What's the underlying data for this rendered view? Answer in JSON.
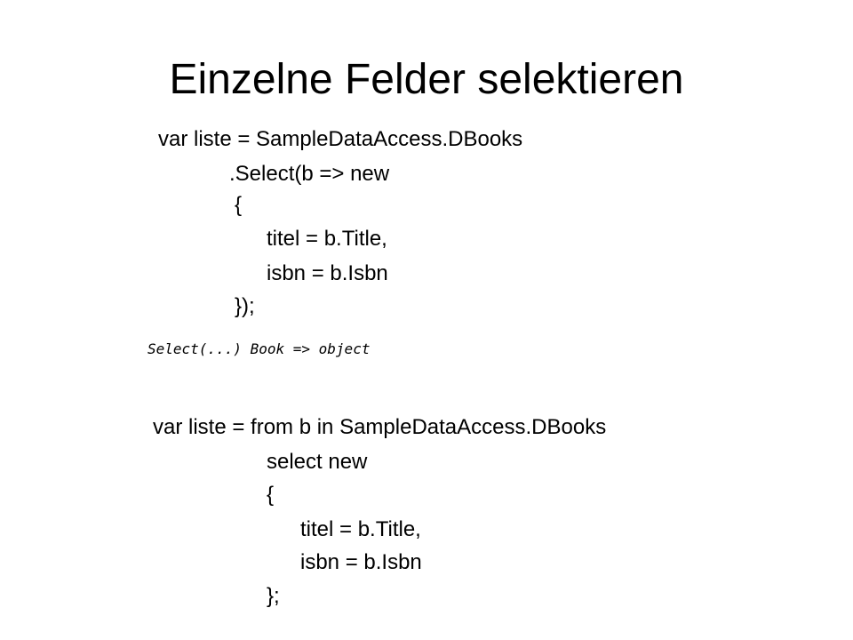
{
  "slide": {
    "title": "Einzelne Felder selektieren",
    "method_syntax": [
      "var liste =  SampleDataAccess.DBooks",
      ".Select(b => new",
      "{",
      "titel = b.Title,",
      "isbn = b.Isbn",
      "});"
    ],
    "signature_note": "Select(...) Book => object",
    "query_syntax": [
      "var liste = from b in SampleDataAccess.DBooks",
      "select new",
      "{",
      "titel = b.Title,",
      "isbn = b.Isbn",
      "};"
    ]
  }
}
